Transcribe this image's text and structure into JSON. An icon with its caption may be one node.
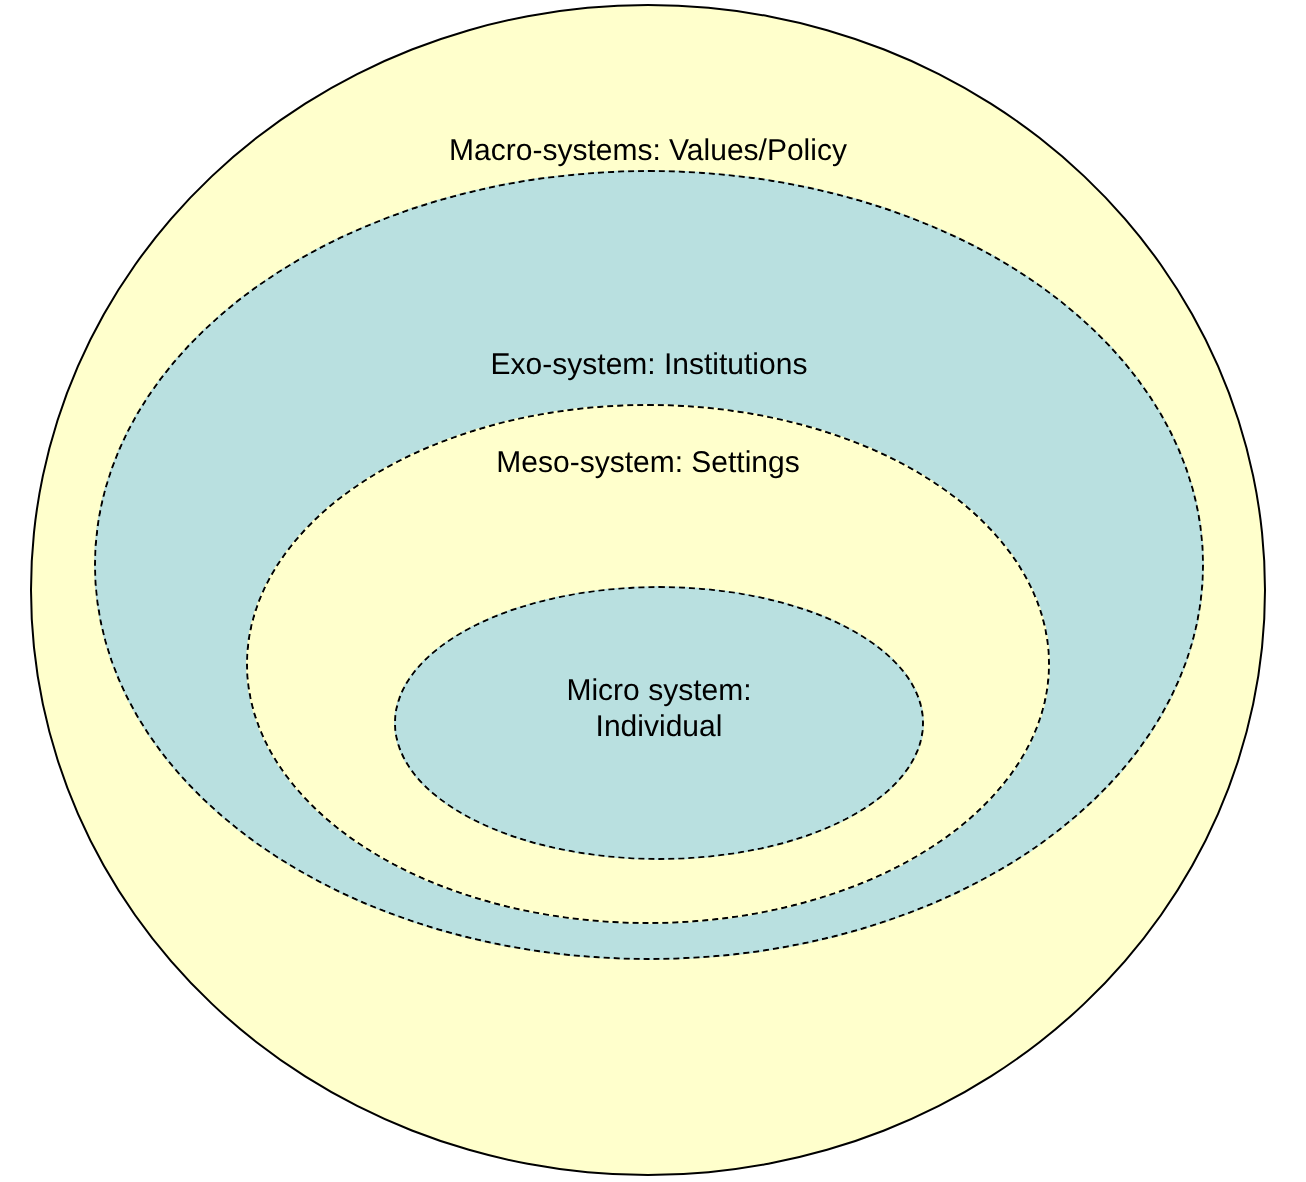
{
  "diagram": {
    "nodes": [
      {
        "text": [
          "Macro-systems: Values/Policy"
        ]
      },
      {
        "text": [
          "Exo-system: Institutions"
        ],
        "in": 0
      },
      {
        "text": [
          "Meso-system: Settings"
        ],
        "in": 1
      },
      {
        "text": [
          "Micro system: Individual"
        ],
        "in": 2
      }
    ]
  }
}
